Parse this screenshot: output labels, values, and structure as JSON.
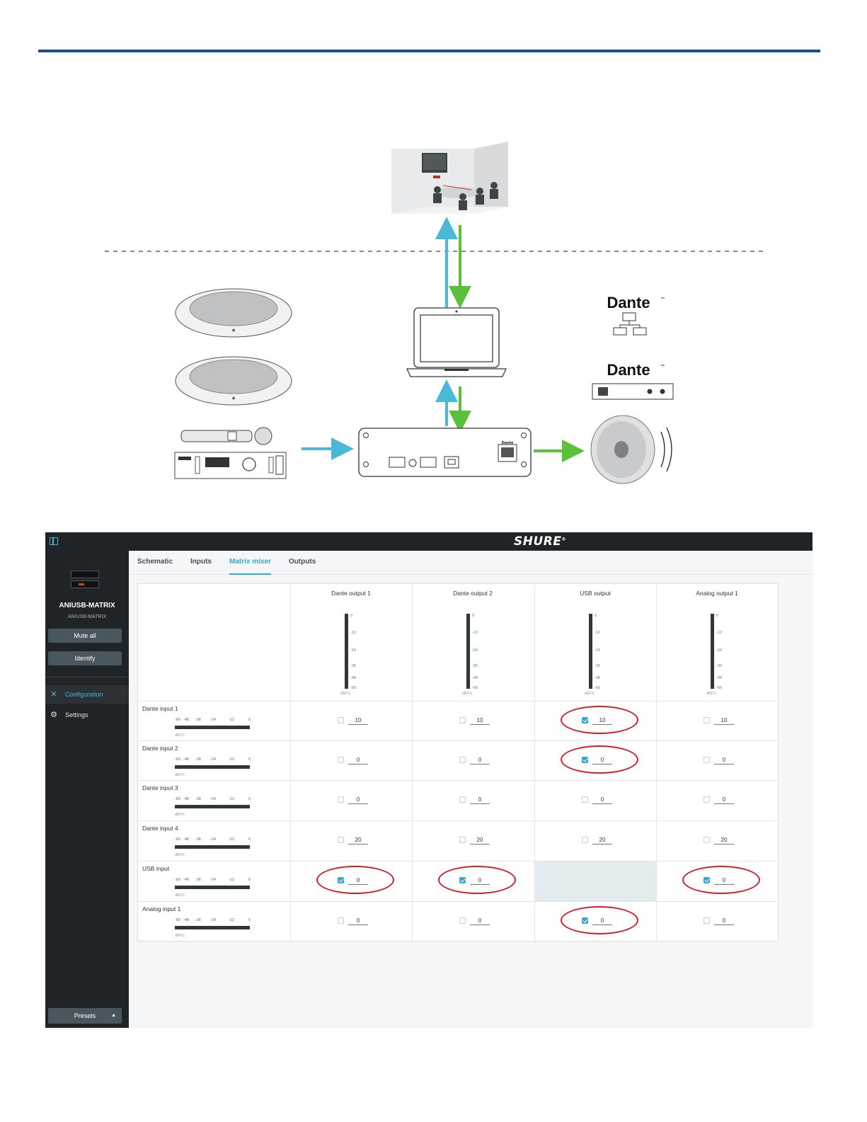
{
  "app": {
    "brand": "SHURE",
    "device_name": "ANIUSB-MATRIX",
    "device_model": "ANIUSB-MATRIX",
    "mute_all_label": "Mute all",
    "identify_label": "Identify",
    "nav": [
      {
        "label": "Configuration",
        "icon": "tools-icon",
        "active": true
      },
      {
        "label": "Settings",
        "icon": "gear-icon",
        "active": false
      }
    ],
    "presets_label": "Presets",
    "tabs": [
      {
        "label": "Schematic",
        "active": false
      },
      {
        "label": "Inputs",
        "active": false
      },
      {
        "label": "Matrix mixer",
        "active": true
      },
      {
        "label": "Outputs",
        "active": false
      }
    ]
  },
  "meter": {
    "output_ticks": [
      "0",
      "-12",
      "-24",
      "-36",
      "-48",
      "-60"
    ],
    "input_ticks": [
      "-60",
      "-48",
      "-36",
      "-24",
      "-12",
      "0"
    ],
    "unit": "dBFS"
  },
  "outputs": [
    "Dante output 1",
    "Dante output 2",
    "USB output",
    "Analog output 1"
  ],
  "inputs": [
    {
      "name": "Dante input 1",
      "cells": [
        {
          "checked": false,
          "value": "10"
        },
        {
          "checked": false,
          "value": "10"
        },
        {
          "checked": true,
          "value": "10",
          "highlight": true
        },
        {
          "checked": false,
          "value": "10"
        }
      ]
    },
    {
      "name": "Dante input 2",
      "cells": [
        {
          "checked": false,
          "value": "0"
        },
        {
          "checked": false,
          "value": "0"
        },
        {
          "checked": true,
          "value": "0",
          "highlight": true
        },
        {
          "checked": false,
          "value": "0"
        }
      ]
    },
    {
      "name": "Dante input 3",
      "cells": [
        {
          "checked": false,
          "value": "0"
        },
        {
          "checked": false,
          "value": "0"
        },
        {
          "checked": false,
          "value": "0"
        },
        {
          "checked": false,
          "value": "0"
        }
      ]
    },
    {
      "name": "Dante input 4",
      "cells": [
        {
          "checked": false,
          "value": "20"
        },
        {
          "checked": false,
          "value": "20"
        },
        {
          "checked": false,
          "value": "20"
        },
        {
          "checked": false,
          "value": "20"
        }
      ]
    },
    {
      "name": "USB input",
      "cells": [
        {
          "checked": true,
          "value": "0",
          "highlight": true
        },
        {
          "checked": true,
          "value": "0",
          "highlight": true
        },
        null,
        {
          "checked": true,
          "value": "0",
          "highlight": true
        }
      ]
    },
    {
      "name": "Analog input 1",
      "cells": [
        {
          "checked": false,
          "value": "0"
        },
        {
          "checked": false,
          "value": "0"
        },
        {
          "checked": true,
          "value": "0",
          "highlight": true
        },
        {
          "checked": false,
          "value": "0"
        }
      ]
    }
  ],
  "diagram": {
    "dante_logo_text": "Dante",
    "tm": "™",
    "device_dante_text": "Dante",
    "arrow_colors": {
      "to_computer": "#4bb8d8",
      "from_computer": "#5cc13a"
    },
    "highlight_color": "#d21d2b"
  }
}
